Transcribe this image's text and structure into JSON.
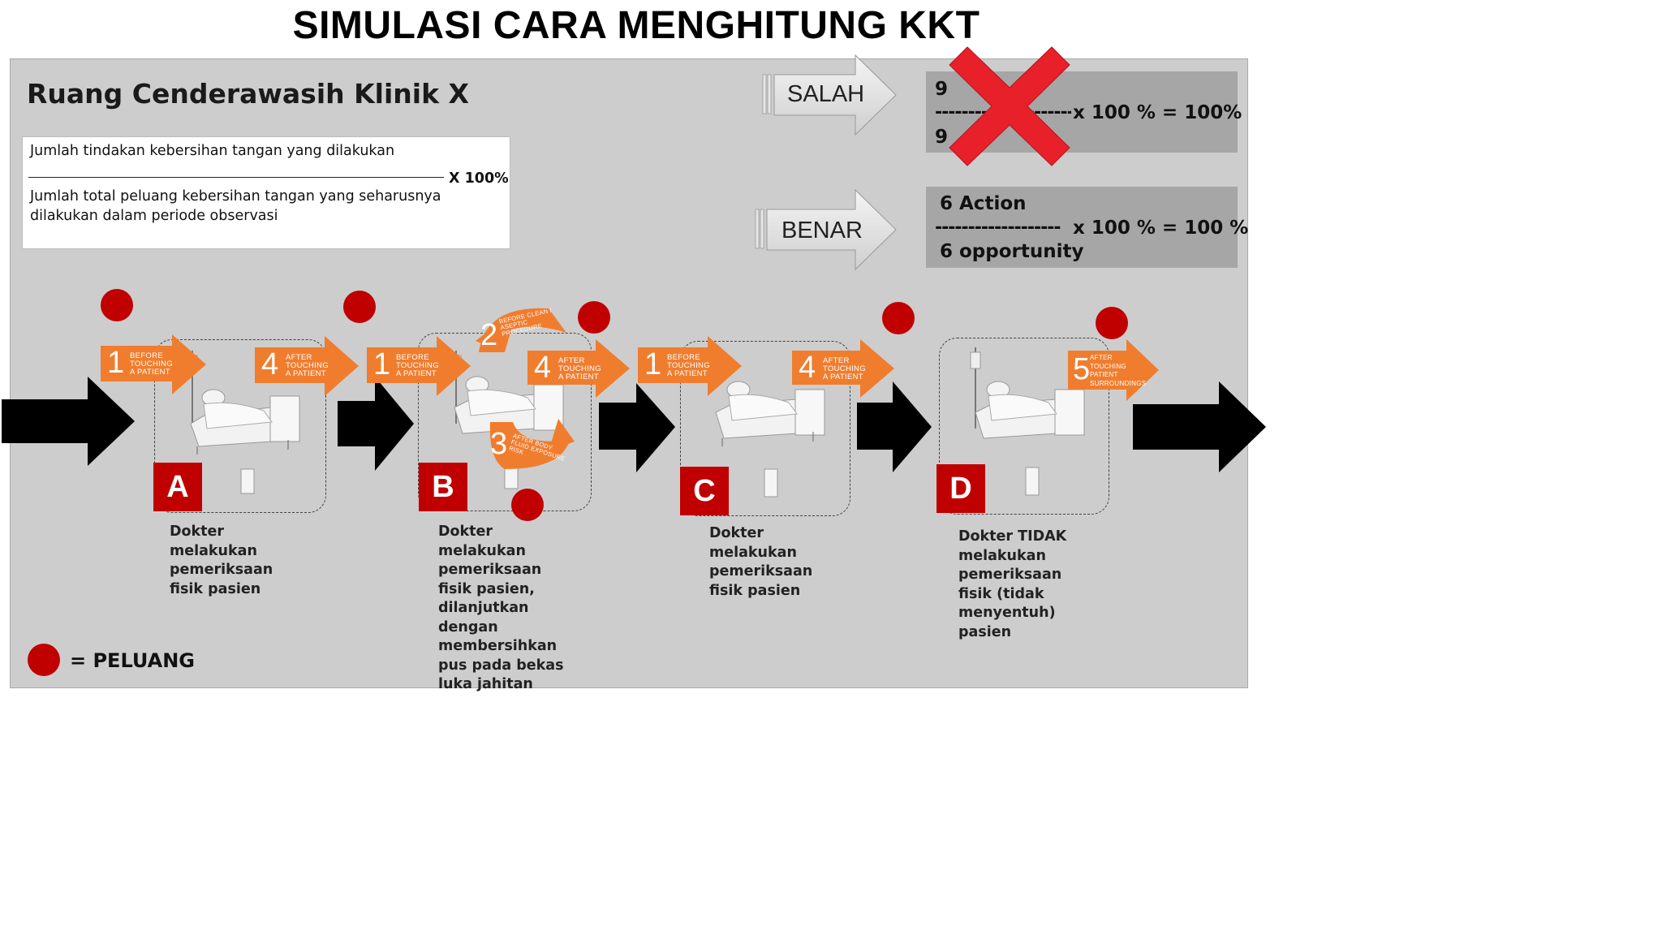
{
  "title": "SIMULASI CARA MENGHITUNG KKT",
  "room_title": "Ruang Cenderawasih Klinik X",
  "formula": {
    "numerator": "Jumlah tindakan kebersihan tangan yang dilakukan",
    "multiplier": "X 100%",
    "denominator": "Jumlah total peluang kebersihan tangan yang seharusnya dilakukan dalam  periode observasi"
  },
  "wrong": {
    "label": "SALAH",
    "top_value": "9",
    "dashes": "-----------------------",
    "result": "x 100 % = 100%",
    "bottom_value": "9"
  },
  "right": {
    "label": "BENAR",
    "top_value": "6 Action",
    "dashes": "-------------------",
    "result": "x 100 % = 100 %",
    "bottom_value": "6 opportunity"
  },
  "steps": {
    "s1_before_touching": {
      "num": "1",
      "label": "BEFORE\nTOUCHING\nA PATIENT"
    },
    "s2_before_clean": {
      "num": "2",
      "label": "BEFORE CLEAN / ASEPTIC PROCEDURE"
    },
    "s3_after_body_fluid": {
      "num": "3",
      "label": "AFTER BODY FLUID EXPOSURE RISK"
    },
    "s4_after_touching": {
      "num": "4",
      "label": "AFTER\nTOUCHING\nA PATIENT"
    },
    "s5_after_surroundings": {
      "num": "5",
      "label": "AFTER\nTOUCHING\nPATIENT\nSURROUNDINGS"
    }
  },
  "scenarios": [
    {
      "letter": "A",
      "description": "Dokter melakukan pemeriksaan fisik pasien"
    },
    {
      "letter": "B",
      "description": "Dokter melakukan pemeriksaan fisik pasien, dilanjutkan dengan membersihkan pus pada bekas luka jahitan"
    },
    {
      "letter": "C",
      "description": "Dokter melakukan pemeriksaan fisik pasien"
    },
    {
      "letter": "D",
      "description": "Dokter TIDAK melakukan pemeriksaan fisik (tidak menyentuh) pasien"
    }
  ],
  "legend": {
    "text": "= PELUANG"
  },
  "colors": {
    "accent": "#f07d2e",
    "opportunity_dot": "#c00000",
    "badge": "#c00000",
    "cross": "#e8202a",
    "panel": "#cdcdcd"
  }
}
